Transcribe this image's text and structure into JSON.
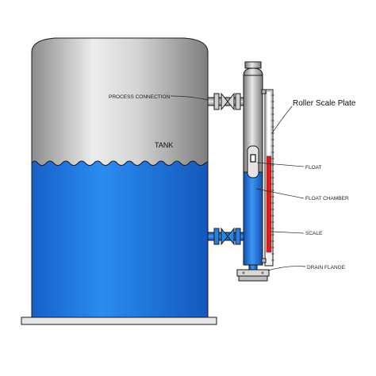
{
  "labels": {
    "process_connection": "PROCESS CONNECTION",
    "tank": "TANK",
    "roller_scale_plate": "Roller Scale Plate",
    "float": "FLOAT",
    "float_chamber": "FLOAT CHAMBER",
    "scale": "SCALE",
    "drain_flange": "DRAIN FLANGE"
  },
  "colors": {
    "liquid": "#1e78e6",
    "tank_steel": "#b9b9b9",
    "scale_red": "#d81e1e",
    "scale_plate": "#f2f2f2",
    "base_plate": "#e6e6e6"
  }
}
